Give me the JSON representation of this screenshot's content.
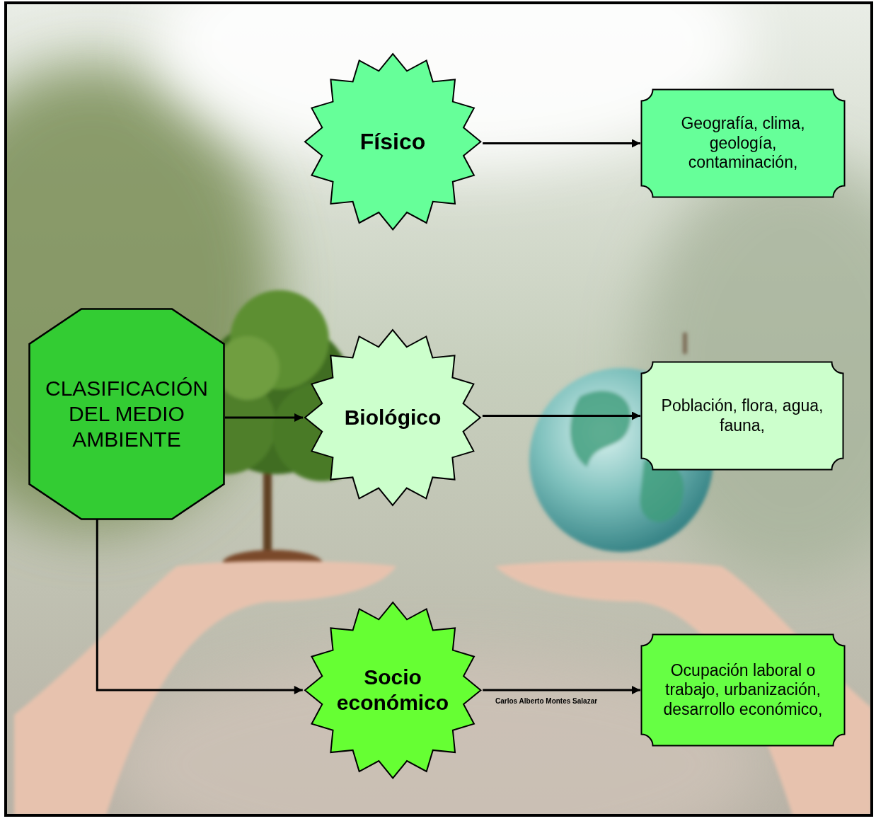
{
  "diagram": {
    "nodes": [
      {
        "text": [
          "Físico"
        ]
      },
      {
        "text": [
          "Geografía, clima, geología, contaminación,"
        ]
      },
      {
        "text": [
          "CLASIFICACIÓN DEL MEDIO AMBIENTE"
        ]
      },
      {
        "text": [
          "Biológico"
        ]
      },
      {
        "text": [
          "Población, flora, agua, fauna,"
        ]
      },
      {
        "text": [
          "Socio económico"
        ]
      },
      {
        "text": [
          "Ocupación laboral o trabajo, urbanización, desarrollo económico,"
        ]
      }
    ],
    "edges": [
      {
        "from": 0,
        "to": 1,
        "arrow": "to"
      },
      {
        "from": 2,
        "to": 3,
        "arrow": "to"
      },
      {
        "from": 3,
        "to": 4,
        "arrow": "to"
      },
      {
        "from": 2,
        "to": 5,
        "arrow": "to"
      },
      {
        "from": 5,
        "to": 6,
        "arrow": "to"
      }
    ],
    "labels": [
      "Carlos Alberto Montes Salazar"
    ]
  }
}
